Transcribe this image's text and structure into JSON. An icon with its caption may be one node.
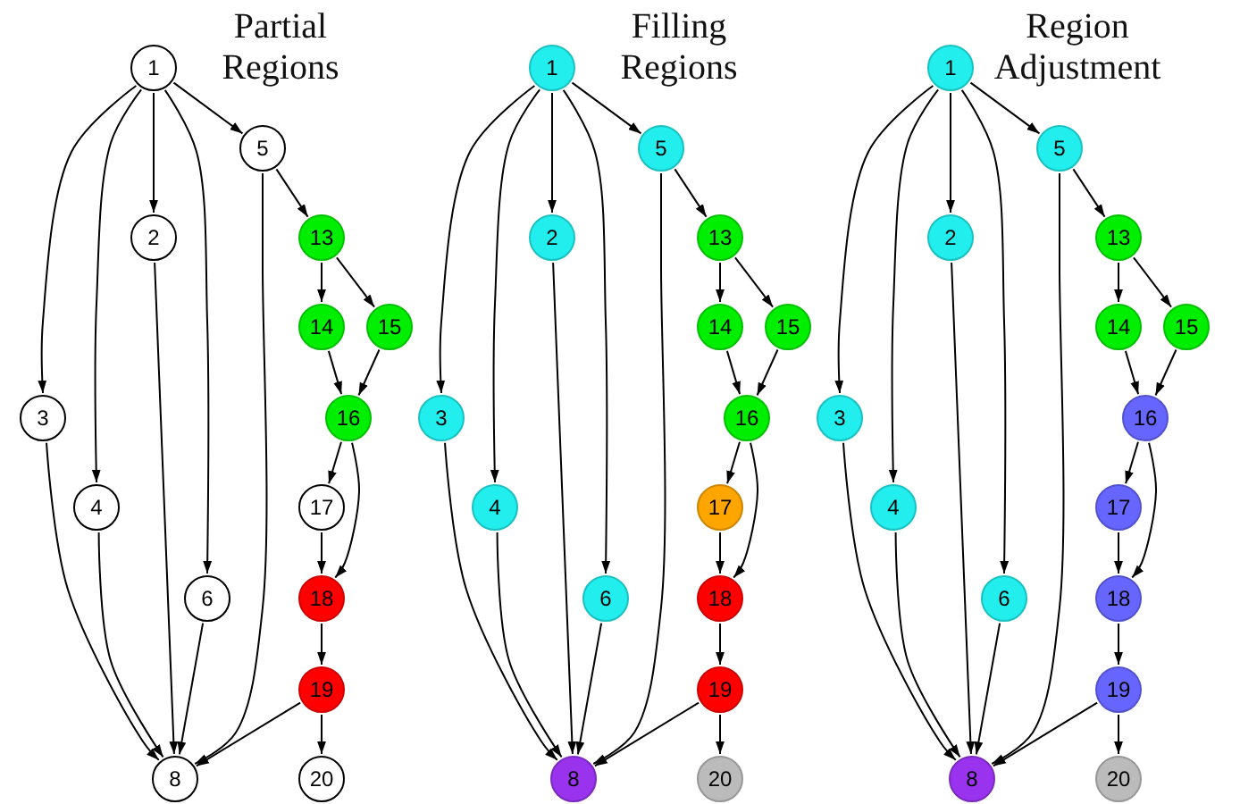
{
  "diagram": {
    "nodes": [
      {
        "text": [
          "1"
        ]
      },
      {
        "text": [
          "2"
        ]
      },
      {
        "text": [
          "3"
        ]
      },
      {
        "text": [
          "4"
        ]
      },
      {
        "text": [
          "5"
        ]
      },
      {
        "text": [
          "6"
        ]
      },
      {
        "text": [
          "8"
        ]
      },
      {
        "text": [
          "13"
        ]
      },
      {
        "text": [
          "14"
        ]
      },
      {
        "text": [
          "15"
        ]
      },
      {
        "text": [
          "16"
        ]
      },
      {
        "text": [
          "17"
        ]
      },
      {
        "text": [
          "18"
        ]
      },
      {
        "text": [
          "19"
        ]
      },
      {
        "text": [
          "20"
        ]
      },
      {
        "text": [
          "1"
        ]
      },
      {
        "text": [
          "2"
        ]
      },
      {
        "text": [
          "3"
        ]
      },
      {
        "text": [
          "4"
        ]
      },
      {
        "text": [
          "5"
        ]
      },
      {
        "text": [
          "6"
        ]
      },
      {
        "text": [
          "8"
        ]
      },
      {
        "text": [
          "13"
        ]
      },
      {
        "text": [
          "14"
        ]
      },
      {
        "text": [
          "15"
        ]
      },
      {
        "text": [
          "16"
        ]
      },
      {
        "text": [
          "17"
        ]
      },
      {
        "text": [
          "18"
        ]
      },
      {
        "text": [
          "19"
        ]
      },
      {
        "text": [
          "20"
        ]
      },
      {
        "text": [
          "1"
        ]
      },
      {
        "text": [
          "2"
        ]
      },
      {
        "text": [
          "3"
        ]
      },
      {
        "text": [
          "4"
        ]
      },
      {
        "text": [
          "5"
        ]
      },
      {
        "text": [
          "6"
        ]
      },
      {
        "text": [
          "8"
        ]
      },
      {
        "text": [
          "13"
        ]
      },
      {
        "text": [
          "14"
        ]
      },
      {
        "text": [
          "15"
        ]
      },
      {
        "text": [
          "16"
        ]
      },
      {
        "text": [
          "17"
        ]
      },
      {
        "text": [
          "18"
        ]
      },
      {
        "text": [
          "19"
        ]
      },
      {
        "text": [
          "20"
        ]
      }
    ],
    "edges": [
      {
        "from": 0,
        "to": 1,
        "arrow": "to"
      },
      {
        "from": 0,
        "to": 2,
        "arrow": "to"
      },
      {
        "from": 0,
        "to": 3,
        "arrow": "to"
      },
      {
        "from": 0,
        "to": 4,
        "arrow": "to"
      },
      {
        "from": 0,
        "to": 5,
        "arrow": "to"
      },
      {
        "from": 4,
        "to": 7,
        "arrow": "to"
      },
      {
        "from": 4,
        "to": 6,
        "arrow": "to"
      },
      {
        "from": 1,
        "to": 6,
        "arrow": "to"
      },
      {
        "from": 2,
        "to": 6,
        "arrow": "to"
      },
      {
        "from": 3,
        "to": 6,
        "arrow": "to"
      },
      {
        "from": 5,
        "to": 6,
        "arrow": "to"
      },
      {
        "from": 13,
        "to": 6,
        "arrow": "to"
      },
      {
        "from": 7,
        "to": 8,
        "arrow": "to"
      },
      {
        "from": 7,
        "to": 9,
        "arrow": "to"
      },
      {
        "from": 8,
        "to": 10,
        "arrow": "to"
      },
      {
        "from": 9,
        "to": 10,
        "arrow": "to"
      },
      {
        "from": 10,
        "to": 11,
        "arrow": "to"
      },
      {
        "from": 10,
        "to": 12,
        "arrow": "to"
      },
      {
        "from": 11,
        "to": 12,
        "arrow": "to"
      },
      {
        "from": 12,
        "to": 13,
        "arrow": "to"
      },
      {
        "from": 13,
        "to": 14,
        "arrow": "to"
      },
      {
        "from": 15,
        "to": 16,
        "arrow": "to"
      },
      {
        "from": 15,
        "to": 17,
        "arrow": "to"
      },
      {
        "from": 15,
        "to": 18,
        "arrow": "to"
      },
      {
        "from": 15,
        "to": 19,
        "arrow": "to"
      },
      {
        "from": 15,
        "to": 20,
        "arrow": "to"
      },
      {
        "from": 19,
        "to": 22,
        "arrow": "to"
      },
      {
        "from": 19,
        "to": 21,
        "arrow": "to"
      },
      {
        "from": 16,
        "to": 21,
        "arrow": "to"
      },
      {
        "from": 17,
        "to": 21,
        "arrow": "to"
      },
      {
        "from": 18,
        "to": 21,
        "arrow": "to"
      },
      {
        "from": 20,
        "to": 21,
        "arrow": "to"
      },
      {
        "from": 28,
        "to": 21,
        "arrow": "to"
      },
      {
        "from": 22,
        "to": 23,
        "arrow": "to"
      },
      {
        "from": 22,
        "to": 24,
        "arrow": "to"
      },
      {
        "from": 23,
        "to": 25,
        "arrow": "to"
      },
      {
        "from": 24,
        "to": 25,
        "arrow": "to"
      },
      {
        "from": 25,
        "to": 26,
        "arrow": "to"
      },
      {
        "from": 25,
        "to": 27,
        "arrow": "to"
      },
      {
        "from": 26,
        "to": 27,
        "arrow": "to"
      },
      {
        "from": 27,
        "to": 28,
        "arrow": "to"
      },
      {
        "from": 28,
        "to": 29,
        "arrow": "to"
      },
      {
        "from": 30,
        "to": 31,
        "arrow": "to"
      },
      {
        "from": 30,
        "to": 32,
        "arrow": "to"
      },
      {
        "from": 30,
        "to": 33,
        "arrow": "to"
      },
      {
        "from": 30,
        "to": 34,
        "arrow": "to"
      },
      {
        "from": 30,
        "to": 35,
        "arrow": "to"
      },
      {
        "from": 34,
        "to": 37,
        "arrow": "to"
      },
      {
        "from": 34,
        "to": 36,
        "arrow": "to"
      },
      {
        "from": 31,
        "to": 36,
        "arrow": "to"
      },
      {
        "from": 32,
        "to": 36,
        "arrow": "to"
      },
      {
        "from": 33,
        "to": 36,
        "arrow": "to"
      },
      {
        "from": 35,
        "to": 36,
        "arrow": "to"
      },
      {
        "from": 43,
        "to": 36,
        "arrow": "to"
      },
      {
        "from": 37,
        "to": 38,
        "arrow": "to"
      },
      {
        "from": 37,
        "to": 39,
        "arrow": "to"
      },
      {
        "from": 38,
        "to": 40,
        "arrow": "to"
      },
      {
        "from": 39,
        "to": 40,
        "arrow": "to"
      },
      {
        "from": 40,
        "to": 41,
        "arrow": "to"
      },
      {
        "from": 40,
        "to": 42,
        "arrow": "to"
      },
      {
        "from": 41,
        "to": 42,
        "arrow": "to"
      },
      {
        "from": 42,
        "to": 43,
        "arrow": "to"
      },
      {
        "from": 43,
        "to": 44,
        "arrow": "to"
      }
    ],
    "labels": [
      "Partial Regions",
      "Filling Regions",
      "Region Adjustment"
    ]
  }
}
